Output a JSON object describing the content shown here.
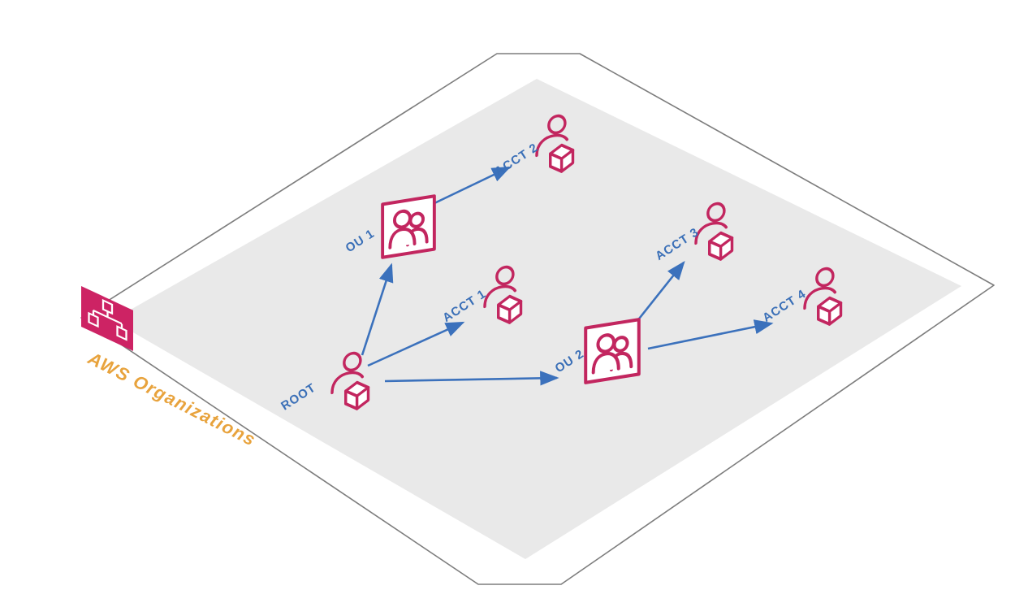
{
  "diagram": {
    "group_label": "AWS Organizations",
    "nodes": [
      {
        "id": "root",
        "label": "ROOT",
        "type": "account",
        "icon": "account-icon"
      },
      {
        "id": "ou-1",
        "label": "OU 1",
        "type": "organizational-unit",
        "icon": "organizational-unit-icon"
      },
      {
        "id": "acct-2",
        "label": "ACCT 2",
        "type": "account",
        "icon": "account-icon"
      },
      {
        "id": "acct-1",
        "label": "ACCT 1",
        "type": "account",
        "icon": "account-icon"
      },
      {
        "id": "ou-2",
        "label": "OU 2",
        "type": "organizational-unit",
        "icon": "organizational-unit-icon"
      },
      {
        "id": "acct-3",
        "label": "ACCT 3",
        "type": "account",
        "icon": "account-icon"
      },
      {
        "id": "acct-4",
        "label": "ACCT 4",
        "type": "account",
        "icon": "account-icon"
      }
    ],
    "edges": [
      {
        "from": "ROOT",
        "to": "OU 1"
      },
      {
        "from": "ROOT",
        "to": "ACCT 1"
      },
      {
        "from": "ROOT",
        "to": "OU 2"
      },
      {
        "from": "OU 1",
        "to": "ACCT 2"
      },
      {
        "from": "OU 2",
        "to": "ACCT 3"
      },
      {
        "from": "OU 2",
        "to": "ACCT 4"
      }
    ],
    "badge_icon": "organizations-icon",
    "colors": {
      "accent_pink": "#C2265F",
      "badge_pink": "#CD2364",
      "arrow_blue": "#3B71BC",
      "label_blue": "#3A6FB7",
      "group_orange": "#E8A33D",
      "plane_fill": "#E9E9E9",
      "plane_outline": "#7D7D7D"
    }
  }
}
